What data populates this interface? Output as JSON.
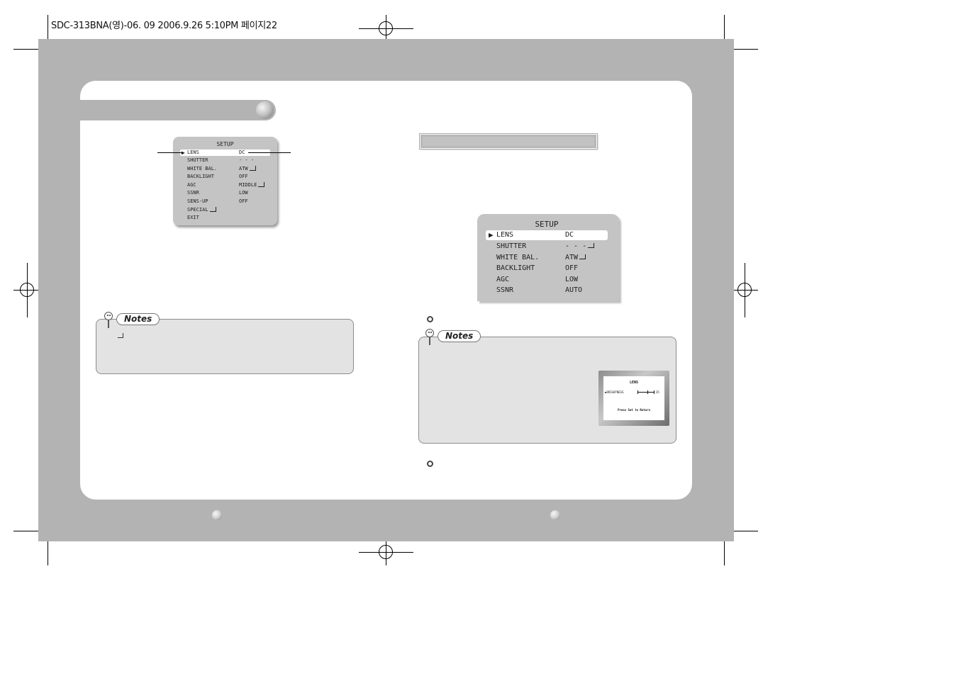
{
  "print_header": {
    "text": "SDC-313BNA(영)-06. 09 2006.9.26 5:10PM 페이지22"
  },
  "left_page": {
    "osd_menu": {
      "title": "SETUP",
      "rows": [
        {
          "label": "LENS",
          "value": "DC",
          "selected": true,
          "submenu": false
        },
        {
          "label": "SHUTTER",
          "value": "- - -",
          "selected": false,
          "submenu": false
        },
        {
          "label": "WHITE BAL.",
          "value": "ATW",
          "selected": false,
          "submenu": true
        },
        {
          "label": "BACKLIGHT",
          "value": "OFF",
          "selected": false,
          "submenu": false
        },
        {
          "label": "AGC",
          "value": "MIDDLE",
          "selected": false,
          "submenu": true
        },
        {
          "label": "SSNR",
          "value": "LOW",
          "selected": false,
          "submenu": false
        },
        {
          "label": "SENS-UP",
          "value": "OFF",
          "selected": false,
          "submenu": false
        },
        {
          "label": "SPECIAL",
          "value": "",
          "selected": false,
          "submenu": true
        },
        {
          "label": "EXIT",
          "value": "",
          "selected": false,
          "submenu": false
        }
      ]
    },
    "notes": {
      "tag_label": "Notes"
    }
  },
  "right_page": {
    "osd_menu": {
      "title": "SETUP",
      "rows": [
        {
          "label": "LENS",
          "value": "DC",
          "selected": true,
          "submenu": false
        },
        {
          "label": "SHUTTER",
          "value": "- - -",
          "selected": false,
          "submenu": true
        },
        {
          "label": "WHITE BAL.",
          "value": "ATW",
          "selected": false,
          "submenu": true
        },
        {
          "label": "BACKLIGHT",
          "value": "OFF",
          "selected": false,
          "submenu": false
        },
        {
          "label": "AGC",
          "value": "LOW",
          "selected": false,
          "submenu": false
        },
        {
          "label": "SSNR",
          "value": "AUTO",
          "selected": false,
          "submenu": false
        }
      ]
    },
    "notes": {
      "tag_label": "Notes"
    },
    "lens_screen": {
      "title": "LENS",
      "row_label": "▶BRIGHTNESS",
      "row_value": "35",
      "return_text": "Press Set to Return"
    }
  },
  "colors": {
    "sheet_gray": "#b3b3b3",
    "osd_gray": "#c4c4c4",
    "notes_fill": "#e3e3e3"
  }
}
